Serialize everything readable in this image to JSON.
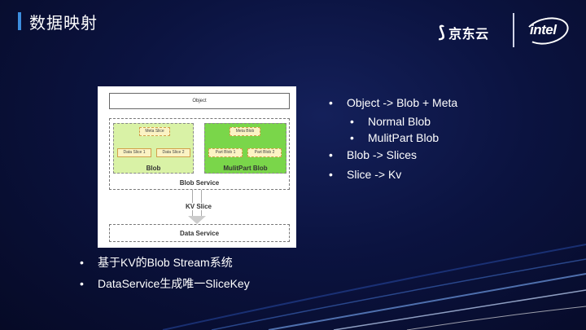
{
  "header": {
    "title": "数据映射"
  },
  "logos": {
    "jd_text": "京东云",
    "intel_text": "intel"
  },
  "diagram": {
    "object_label": "Object",
    "blob": {
      "meta_label": "Meta Slice",
      "slice1": "Data Slice 1",
      "slice2": "Data Slice 2",
      "name": "Blob"
    },
    "multipart": {
      "meta_label": "Meta Blob",
      "part1": "Part Blob 1",
      "part2": "Part Blob 2",
      "name": "MulitPart Blob"
    },
    "blob_service_label": "Blob Service",
    "kv_slice_label": "KV Slice",
    "data_service_label": "Data Service"
  },
  "bullets_right": [
    {
      "text": "Object -> Blob + Meta",
      "level": 1
    },
    {
      "text": "Normal Blob",
      "level": 2
    },
    {
      "text": "MulitPart Blob",
      "level": 2
    },
    {
      "text": "Blob -> Slices",
      "level": 1
    },
    {
      "text": "Slice -> Kv",
      "level": 1
    }
  ],
  "bullets_left": [
    {
      "text": "基于KV的Blob Stream系统"
    },
    {
      "text": "DataService生成唯一SliceKey"
    }
  ],
  "colors": {
    "accent": "#3c8dde",
    "background": "#0b1340",
    "blob_fill": "#d9f2a6",
    "multipart_fill": "#7ad64a"
  }
}
